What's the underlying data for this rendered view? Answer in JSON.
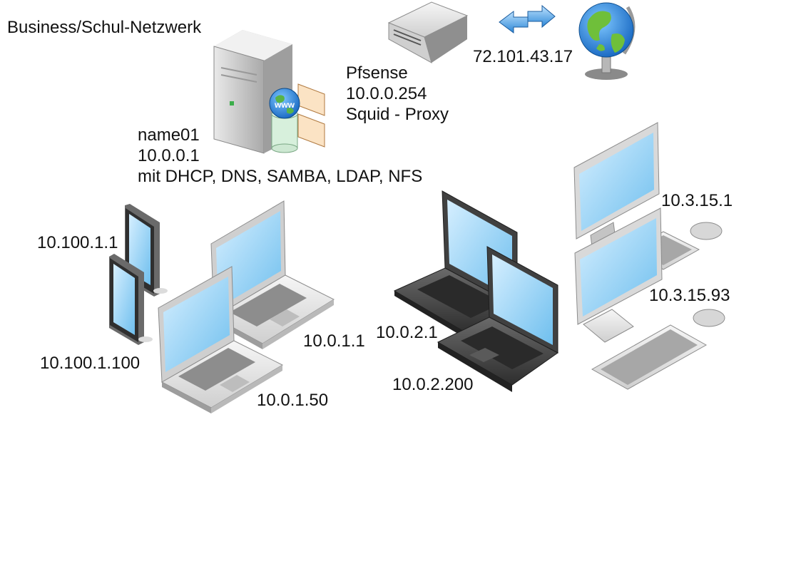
{
  "title": "Business/Schul-Netzwerk",
  "server": {
    "name": "name01",
    "ip": "10.0.0.1",
    "services": "mit DHCP, DNS, SAMBA, LDAP, NFS",
    "icon": "server-www-icon"
  },
  "firewall": {
    "name": "Pfsense",
    "ip": "10.0.0.254",
    "service": "Squid - Proxy",
    "icon": "firewall-appliance-icon"
  },
  "internet": {
    "ip": "72.101.43.17",
    "arrows_icon": "bidirectional-arrows-icon",
    "globe_icon": "globe-icon"
  },
  "clients": {
    "tablet_1": "10.100.1.1",
    "tablet_2": "10.100.1.100",
    "laptop_1": "10.0.1.1",
    "laptop_2": "10.0.1.50",
    "dark_laptop_1": "10.0.2.1",
    "dark_laptop_2": "10.0.2.200",
    "desktop_1": "10.3.15.1",
    "desktop_2": "10.3.15.93"
  }
}
